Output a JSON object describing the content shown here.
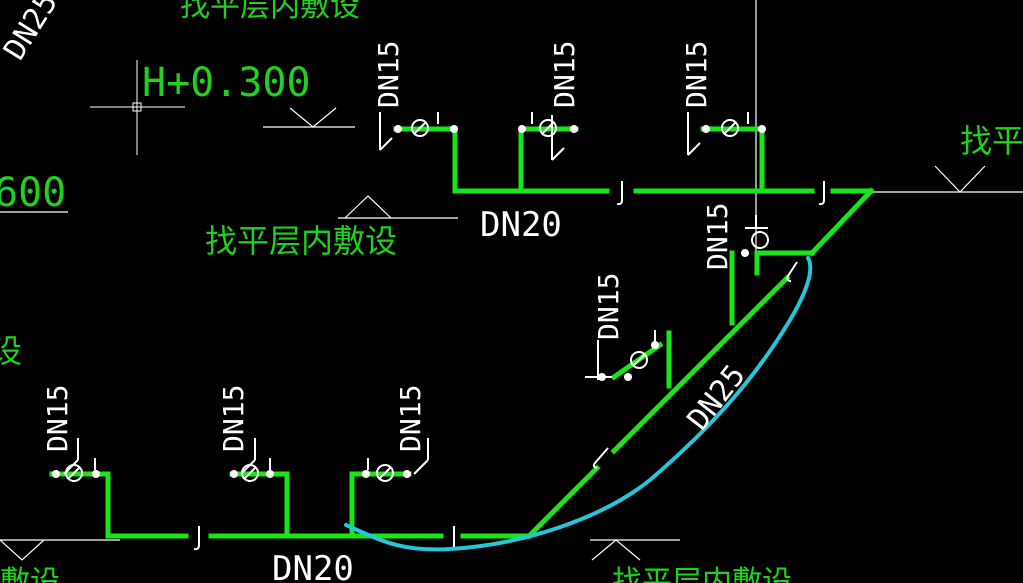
{
  "labels": {
    "dn15": "DN15",
    "dn20": "DN20",
    "dn25": "DN25",
    "j": "J",
    "find_level_full": "找平层内敷设",
    "find_level_partial_tr": "找平",
    "find_level_partial_bl": "层内敷设",
    "find_level_partial_br": "找平层内敷设",
    "elevation": "H+0.300",
    "elevation_partial_left": "600",
    "partial_left_char": "设"
  },
  "colors": {
    "background": "#000000",
    "pipe": "#19e619",
    "annotation_text": "#ffffff",
    "chinese_text": "#1ed21e",
    "leader_line": "#ffffff",
    "markup_highlight": "#25c6da"
  }
}
